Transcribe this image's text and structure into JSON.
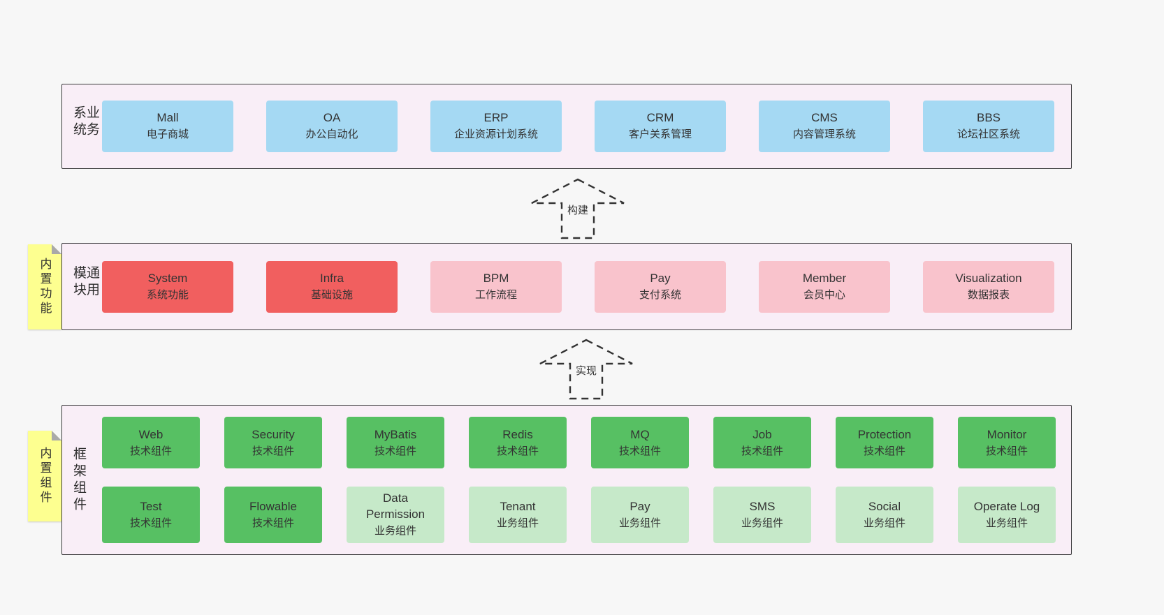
{
  "page": {
    "background": "#f7f7f7"
  },
  "colors": {
    "panel_fill": "#f9eef7",
    "panel_border": "#3a3a3c",
    "blue_card": "#a5d9f3",
    "red_card": "#f15f5f",
    "pink_card": "#f9c3cc",
    "green_card": "#57c063",
    "light_green_card": "#c6e9c9",
    "sticky_yellow": "#fdff90"
  },
  "sections": [
    {
      "id": "business",
      "label": "业务系统",
      "rows": [
        [
          {
            "title": "Mall",
            "subtitle": "电子商城",
            "style": "blue"
          },
          {
            "title": "OA",
            "subtitle": "办公自动化",
            "style": "blue"
          },
          {
            "title": "ERP",
            "subtitle": "企业资源计划系统",
            "style": "blue"
          },
          {
            "title": "CRM",
            "subtitle": "客户关系管理",
            "style": "blue"
          },
          {
            "title": "CMS",
            "subtitle": "内容管理系统",
            "style": "blue"
          },
          {
            "title": "BBS",
            "subtitle": "论坛社区系统",
            "style": "blue"
          }
        ]
      ]
    },
    {
      "id": "modules",
      "label": "通用模块",
      "rows": [
        [
          {
            "title": "System",
            "subtitle": "系统功能",
            "style": "red"
          },
          {
            "title": "Infra",
            "subtitle": "基础设施",
            "style": "red"
          },
          {
            "title": "BPM",
            "subtitle": "工作流程",
            "style": "pink"
          },
          {
            "title": "Pay",
            "subtitle": "支付系统",
            "style": "pink"
          },
          {
            "title": "Member",
            "subtitle": "会员中心",
            "style": "pink"
          },
          {
            "title": "Visualization",
            "subtitle": "数据报表",
            "style": "pink"
          }
        ]
      ]
    },
    {
      "id": "framework",
      "label": "框架组件",
      "rows": [
        [
          {
            "title": "Web",
            "subtitle": "技术组件",
            "style": "green"
          },
          {
            "title": "Security",
            "subtitle": "技术组件",
            "style": "green"
          },
          {
            "title": "MyBatis",
            "subtitle": "技术组件",
            "style": "green"
          },
          {
            "title": "Redis",
            "subtitle": "技术组件",
            "style": "green"
          },
          {
            "title": "MQ",
            "subtitle": "技术组件",
            "style": "green"
          },
          {
            "title": "Job",
            "subtitle": "技术组件",
            "style": "green"
          },
          {
            "title": "Protection",
            "subtitle": "技术组件",
            "style": "green"
          },
          {
            "title": "Monitor",
            "subtitle": "技术组件",
            "style": "green"
          }
        ],
        [
          {
            "title": "Test",
            "subtitle": "技术组件",
            "style": "green"
          },
          {
            "title": "Flowable",
            "subtitle": "技术组件",
            "style": "green"
          },
          {
            "title": "Data Permission",
            "subtitle": "业务组件",
            "style": "lightgreen"
          },
          {
            "title": "Tenant",
            "subtitle": "业务组件",
            "style": "lightgreen"
          },
          {
            "title": "Pay",
            "subtitle": "业务组件",
            "style": "lightgreen"
          },
          {
            "title": "SMS",
            "subtitle": "业务组件",
            "style": "lightgreen"
          },
          {
            "title": "Social",
            "subtitle": "业务组件",
            "style": "lightgreen"
          },
          {
            "title": "Operate Log",
            "subtitle": "业务组件",
            "style": "lightgreen"
          }
        ]
      ]
    }
  ],
  "arrows": [
    {
      "label": "构建"
    },
    {
      "label": "实现"
    }
  ],
  "stickies": [
    {
      "label": "内置功能"
    },
    {
      "label": "内置组件"
    }
  ]
}
